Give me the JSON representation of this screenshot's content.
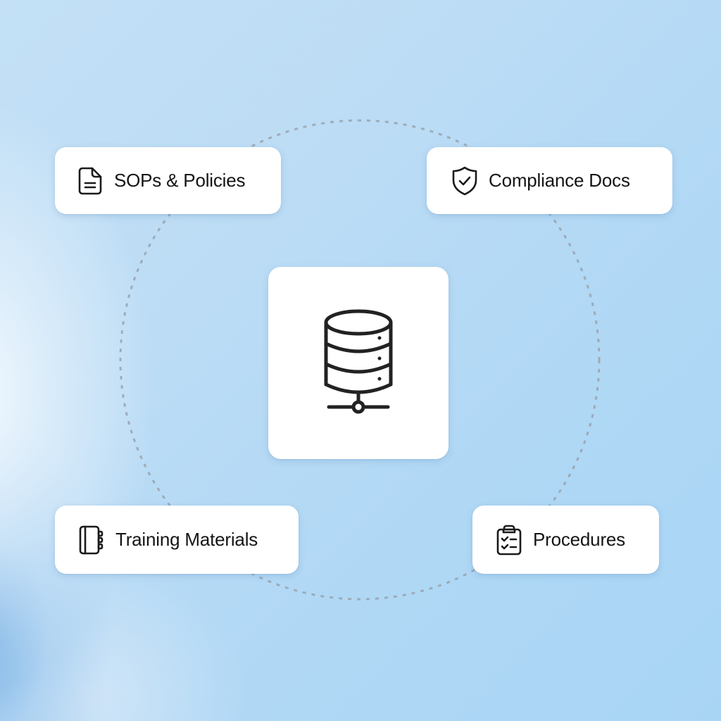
{
  "diagram": {
    "type": "hub-and-spoke",
    "center": {
      "icon": "database-network-icon",
      "label": ""
    },
    "nodes": [
      {
        "id": "sops",
        "label": "SOPs & Policies",
        "icon": "document-icon",
        "position": "top-left"
      },
      {
        "id": "compliance",
        "label": "Compliance Docs",
        "icon": "shield-check-icon",
        "position": "top-right"
      },
      {
        "id": "training",
        "label": "Training Materials",
        "icon": "notebook-icon",
        "position": "bottom-left"
      },
      {
        "id": "procedures",
        "label": "Procedures",
        "icon": "clipboard-checklist-icon",
        "position": "bottom-right"
      }
    ],
    "connector": {
      "style": "dashed-circle",
      "color": "#9aa6b2"
    }
  },
  "colors": {
    "background": "#b6daf5",
    "card": "#ffffff",
    "text": "#151515",
    "icon_stroke": "#1a1a1a"
  }
}
